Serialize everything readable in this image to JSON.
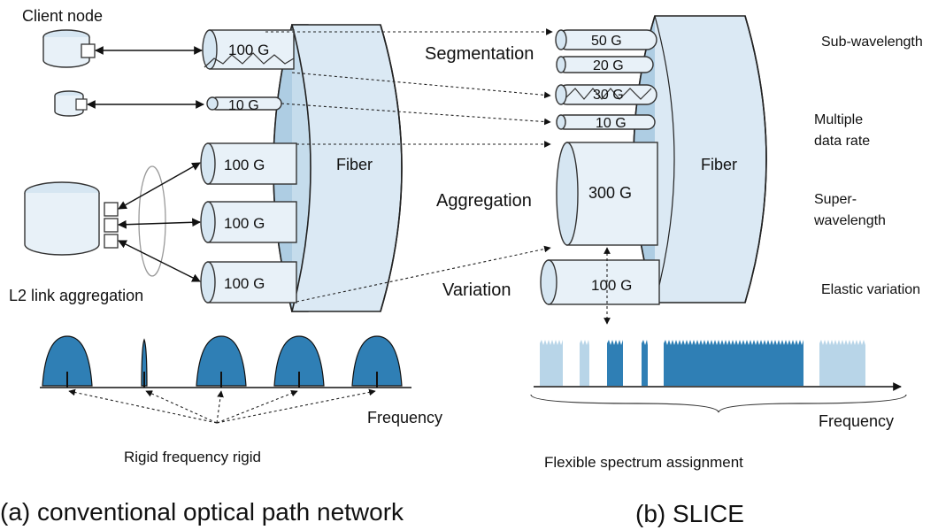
{
  "left": {
    "client_node": "Client node",
    "l2_link_aggregation": "L2 link aggregation",
    "fiber": "Fiber",
    "tubes": [
      "100 G",
      "10 G",
      "100 G",
      "100 G",
      "100 G"
    ],
    "frequency": "Frequency",
    "rigid_caption": "Rigid frequency rigid",
    "title": "(a) conventional optical path network"
  },
  "middle": {
    "segmentation": "Segmentation",
    "aggregation": "Aggregation",
    "variation": "Variation"
  },
  "right": {
    "fiber": "Fiber",
    "tubes": [
      "50 G",
      "20 G",
      "30 G",
      "10 G",
      "300 G",
      "100 G"
    ],
    "sub_wavelength": "Sub-wavelength",
    "multiple_data_rate_1": "Multiple",
    "multiple_data_rate_2": "data rate",
    "super_wavelength_1": "Super-",
    "super_wavelength_2": "wavelength",
    "elastic_variation": "Elastic variation",
    "frequency": "Frequency",
    "flexible_caption": "Flexible spectrum assignment",
    "title": "(b) SLICE"
  },
  "colors": {
    "spectrum_dark": "#2f7fb5",
    "spectrum_light": "#b8d5e8",
    "fiber": "#c5dcec",
    "tube": "#e8f1f8"
  }
}
